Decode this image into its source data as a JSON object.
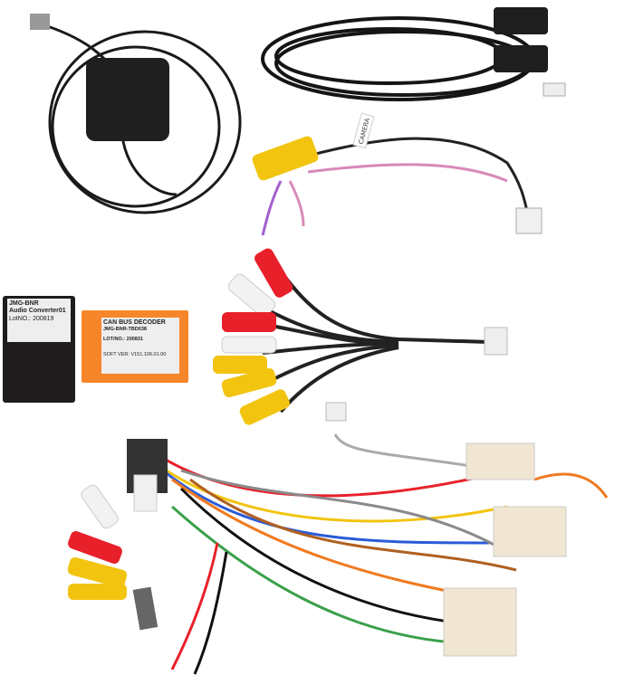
{
  "converter": {
    "line1": "JMG-BNR",
    "line2": "Audio Converter01",
    "lot": "LotNO.: 200819"
  },
  "decoder": {
    "title": "CAN BUS DECODER",
    "model": "JMG-BNR-TBD038",
    "lot": "LOT/NO.: 200831",
    "soft": "SOFT VER: V151.106.01.00"
  },
  "camera_tag": "CAMERA",
  "colors": {
    "orange_box": "#f7862a",
    "black_box": "#1e1c1c",
    "rca_red": "#e8202a",
    "rca_yellow": "#f2c40f",
    "rca_white": "#f2f2f2",
    "connector": "#f0e6d2"
  }
}
